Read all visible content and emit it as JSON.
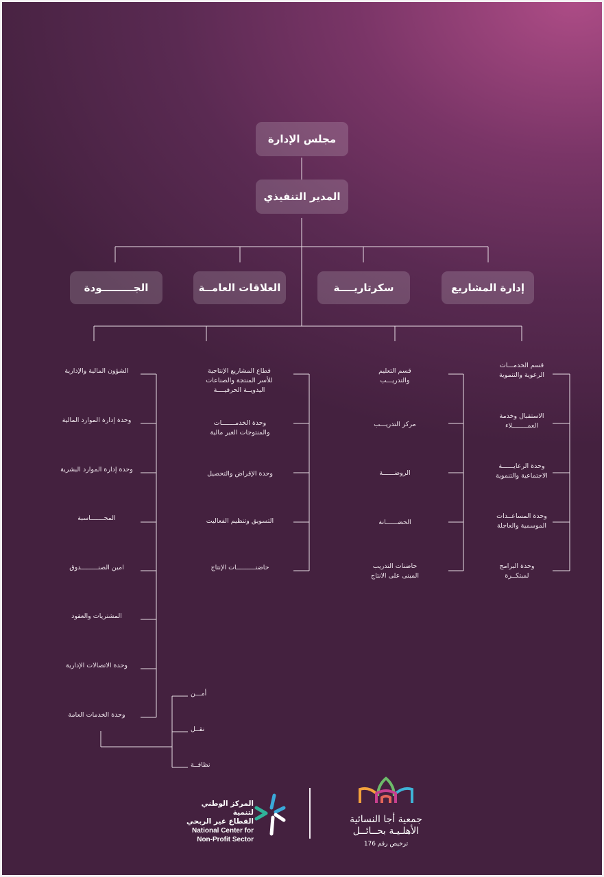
{
  "boxes": {
    "board": "مجلس الإدارة",
    "executive": "المدير التنفيذي",
    "projects": "إدارة المشاريع",
    "secretariat": "سكرتاريــــة",
    "relations": "العلاقات العامــة",
    "quality": "الجـــــــــودة"
  },
  "col_projects": [
    "قسم الخدمـــات\nالرعوية والتنموية",
    "الاستقبال وخدمة\nالعمــــــــلاء",
    "وحدة الرعايــــــة\nالاجتماعية والتنموية",
    "وحدة المساعــدات\nالموسمية والعاجلة",
    "وحدة البرامج\nلمبتكــرة"
  ],
  "col_secretariat": [
    "قسم التعليم\nوالتدريـــب",
    "مركز التدريـــب",
    "الروضــــــة",
    "الحضــــــانة",
    "حاضنات التدريب\nالمبنى على الانتاج"
  ],
  "col_relations": [
    "قطاع المشاريع الإنتاجية\nللأسر المنتجة والصناعات\nاليدويــة الحرفيــــة",
    "وحدة الخدمـــــــات\nوالمنتوجات الغير مالية",
    "وحدة الإقراض والتحصيل",
    "التسويق وتنظيم الفعاليت",
    "حاضنــــــــــات الإنتاج"
  ],
  "col_quality": [
    "الشؤون المالية والإدارية",
    "وحدة إدارة الموارد المالية",
    "وحدة إدارة الموارد البشرية",
    "المحـــــــاسبة",
    "امين الصنـــــــــدوق",
    "المشتريات والعقود",
    "وحدة الاتصالات الإدارية",
    "وحدة الخدمات العامة"
  ],
  "col_services": [
    "أمـــن",
    "نقــل",
    "نظافــة"
  ],
  "logos": {
    "ncnp_ar_1": "المركز الوطني لتنمية",
    "ncnp_ar_2": "القطاع غير الربحي",
    "ncnp_en_1": "National Center for",
    "ncnp_en_2": "Non-Profit Sector",
    "assoc_1": "جمعية أجا النسائية",
    "assoc_2": "الأهلـيـة بحــائــل",
    "license": "ترخيص رقم 176"
  }
}
